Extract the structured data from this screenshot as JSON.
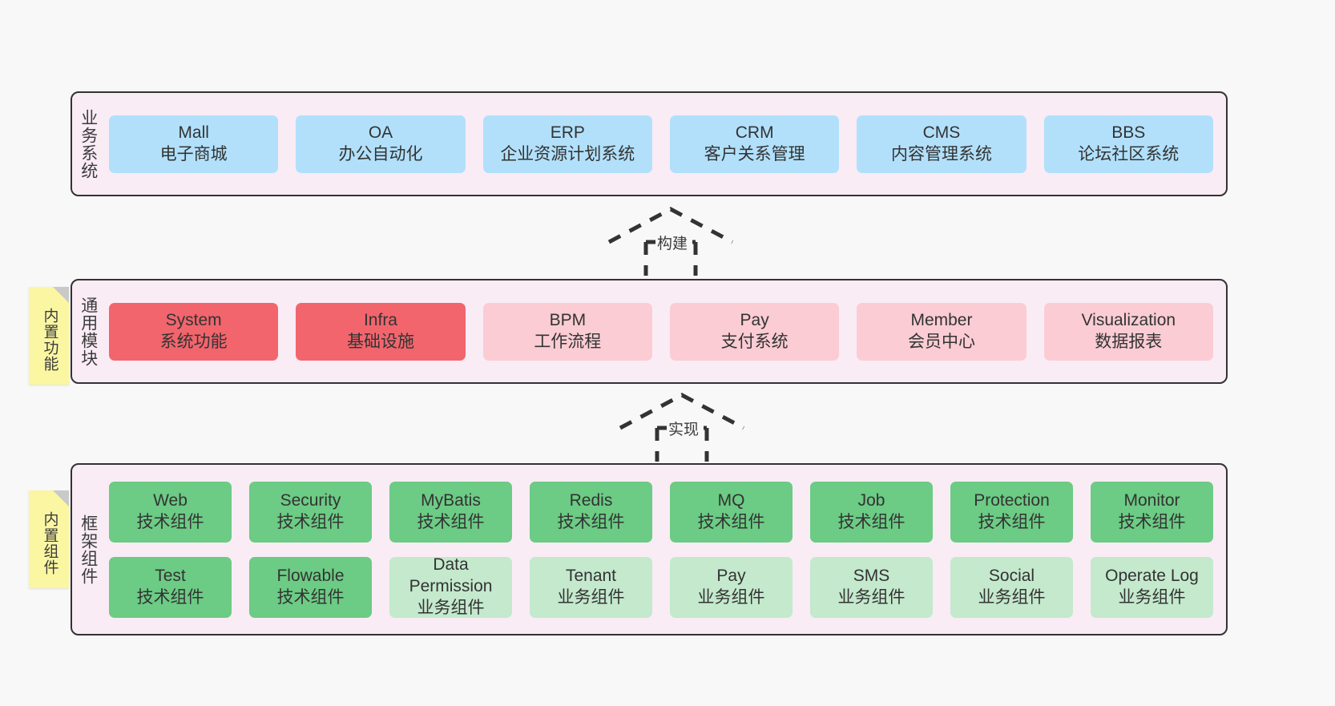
{
  "diagram": {
    "title": "",
    "background_color": "#f8f8f8",
    "tier_bg_color": "#f9ecf5",
    "border_color": "#333333"
  },
  "tiers": [
    {
      "id": "business",
      "label": "业务系统",
      "rows": [
        {
          "cards": [
            {
              "name": "Mall",
              "desc": "电子商城",
              "color": "#b2e0fb",
              "style": "c-blue"
            },
            {
              "name": "OA",
              "desc": "办公自动化",
              "color": "#b2e0fb",
              "style": "c-blue"
            },
            {
              "name": "ERP",
              "desc": "企业资源计划系统",
              "color": "#b2e0fb",
              "style": "c-blue"
            },
            {
              "name": "CRM",
              "desc": "客户关系管理",
              "color": "#b2e0fb",
              "style": "c-blue"
            },
            {
              "name": "CMS",
              "desc": "内容管理系统",
              "color": "#b2e0fb",
              "style": "c-blue"
            },
            {
              "name": "BBS",
              "desc": "论坛社区系统",
              "color": "#b2e0fb",
              "style": "c-blue"
            }
          ]
        }
      ]
    },
    {
      "id": "modules",
      "label": "通用模块",
      "sticky": "内置功能",
      "rows": [
        {
          "cards": [
            {
              "name": "System",
              "desc": "系统功能",
              "color": "#f2656d",
              "style": "c-red"
            },
            {
              "name": "Infra",
              "desc": "基础设施",
              "color": "#f2656d",
              "style": "c-red"
            },
            {
              "name": "BPM",
              "desc": "工作流程",
              "color": "#fbccd4",
              "style": "c-pink"
            },
            {
              "name": "Pay",
              "desc": "支付系统",
              "color": "#fbccd4",
              "style": "c-pink"
            },
            {
              "name": "Member",
              "desc": "会员中心",
              "color": "#fbccd4",
              "style": "c-pink"
            },
            {
              "name": "Visualization",
              "desc": "数据报表",
              "color": "#fbccd4",
              "style": "c-pink"
            }
          ]
        }
      ]
    },
    {
      "id": "frame",
      "label": "框架组件",
      "sticky": "内置组件",
      "rows": [
        {
          "cards": [
            {
              "name": "Web",
              "desc": "技术组件",
              "color": "#6ccb84",
              "style": "c-green"
            },
            {
              "name": "Security",
              "desc": "技术组件",
              "color": "#6ccb84",
              "style": "c-green"
            },
            {
              "name": "MyBatis",
              "desc": "技术组件",
              "color": "#6ccb84",
              "style": "c-green"
            },
            {
              "name": "Redis",
              "desc": "技术组件",
              "color": "#6ccb84",
              "style": "c-green"
            },
            {
              "name": "MQ",
              "desc": "技术组件",
              "color": "#6ccb84",
              "style": "c-green"
            },
            {
              "name": "Job",
              "desc": "技术组件",
              "color": "#6ccb84",
              "style": "c-green"
            },
            {
              "name": "Protection",
              "desc": "技术组件",
              "color": "#6ccb84",
              "style": "c-green"
            },
            {
              "name": "Monitor",
              "desc": "技术组件",
              "color": "#6ccb84",
              "style": "c-green"
            }
          ]
        },
        {
          "cards": [
            {
              "name": "Test",
              "desc": "技术组件",
              "color": "#6ccb84",
              "style": "c-green"
            },
            {
              "name": "Flowable",
              "desc": "技术组件",
              "color": "#6ccb84",
              "style": "c-green"
            },
            {
              "name": "Data Permission",
              "desc": "业务组件",
              "color": "#c4e9cd",
              "style": "c-green-lt",
              "wrap": true
            },
            {
              "name": "Tenant",
              "desc": "业务组件",
              "color": "#c4e9cd",
              "style": "c-green-lt"
            },
            {
              "name": "Pay",
              "desc": "业务组件",
              "color": "#c4e9cd",
              "style": "c-green-lt"
            },
            {
              "name": "SMS",
              "desc": "业务组件",
              "color": "#c4e9cd",
              "style": "c-green-lt"
            },
            {
              "name": "Social",
              "desc": "业务组件",
              "color": "#c4e9cd",
              "style": "c-green-lt"
            },
            {
              "name": "Operate Log",
              "desc": "业务组件",
              "color": "#c4e9cd",
              "style": "c-green-lt"
            }
          ]
        }
      ]
    }
  ],
  "connectors": [
    {
      "id": "build",
      "label": "构建",
      "from": "modules",
      "to": "business",
      "style": "dashed-generalization"
    },
    {
      "id": "impl",
      "label": "实现",
      "from": "frame",
      "to": "modules",
      "style": "dashed-generalization"
    }
  ]
}
